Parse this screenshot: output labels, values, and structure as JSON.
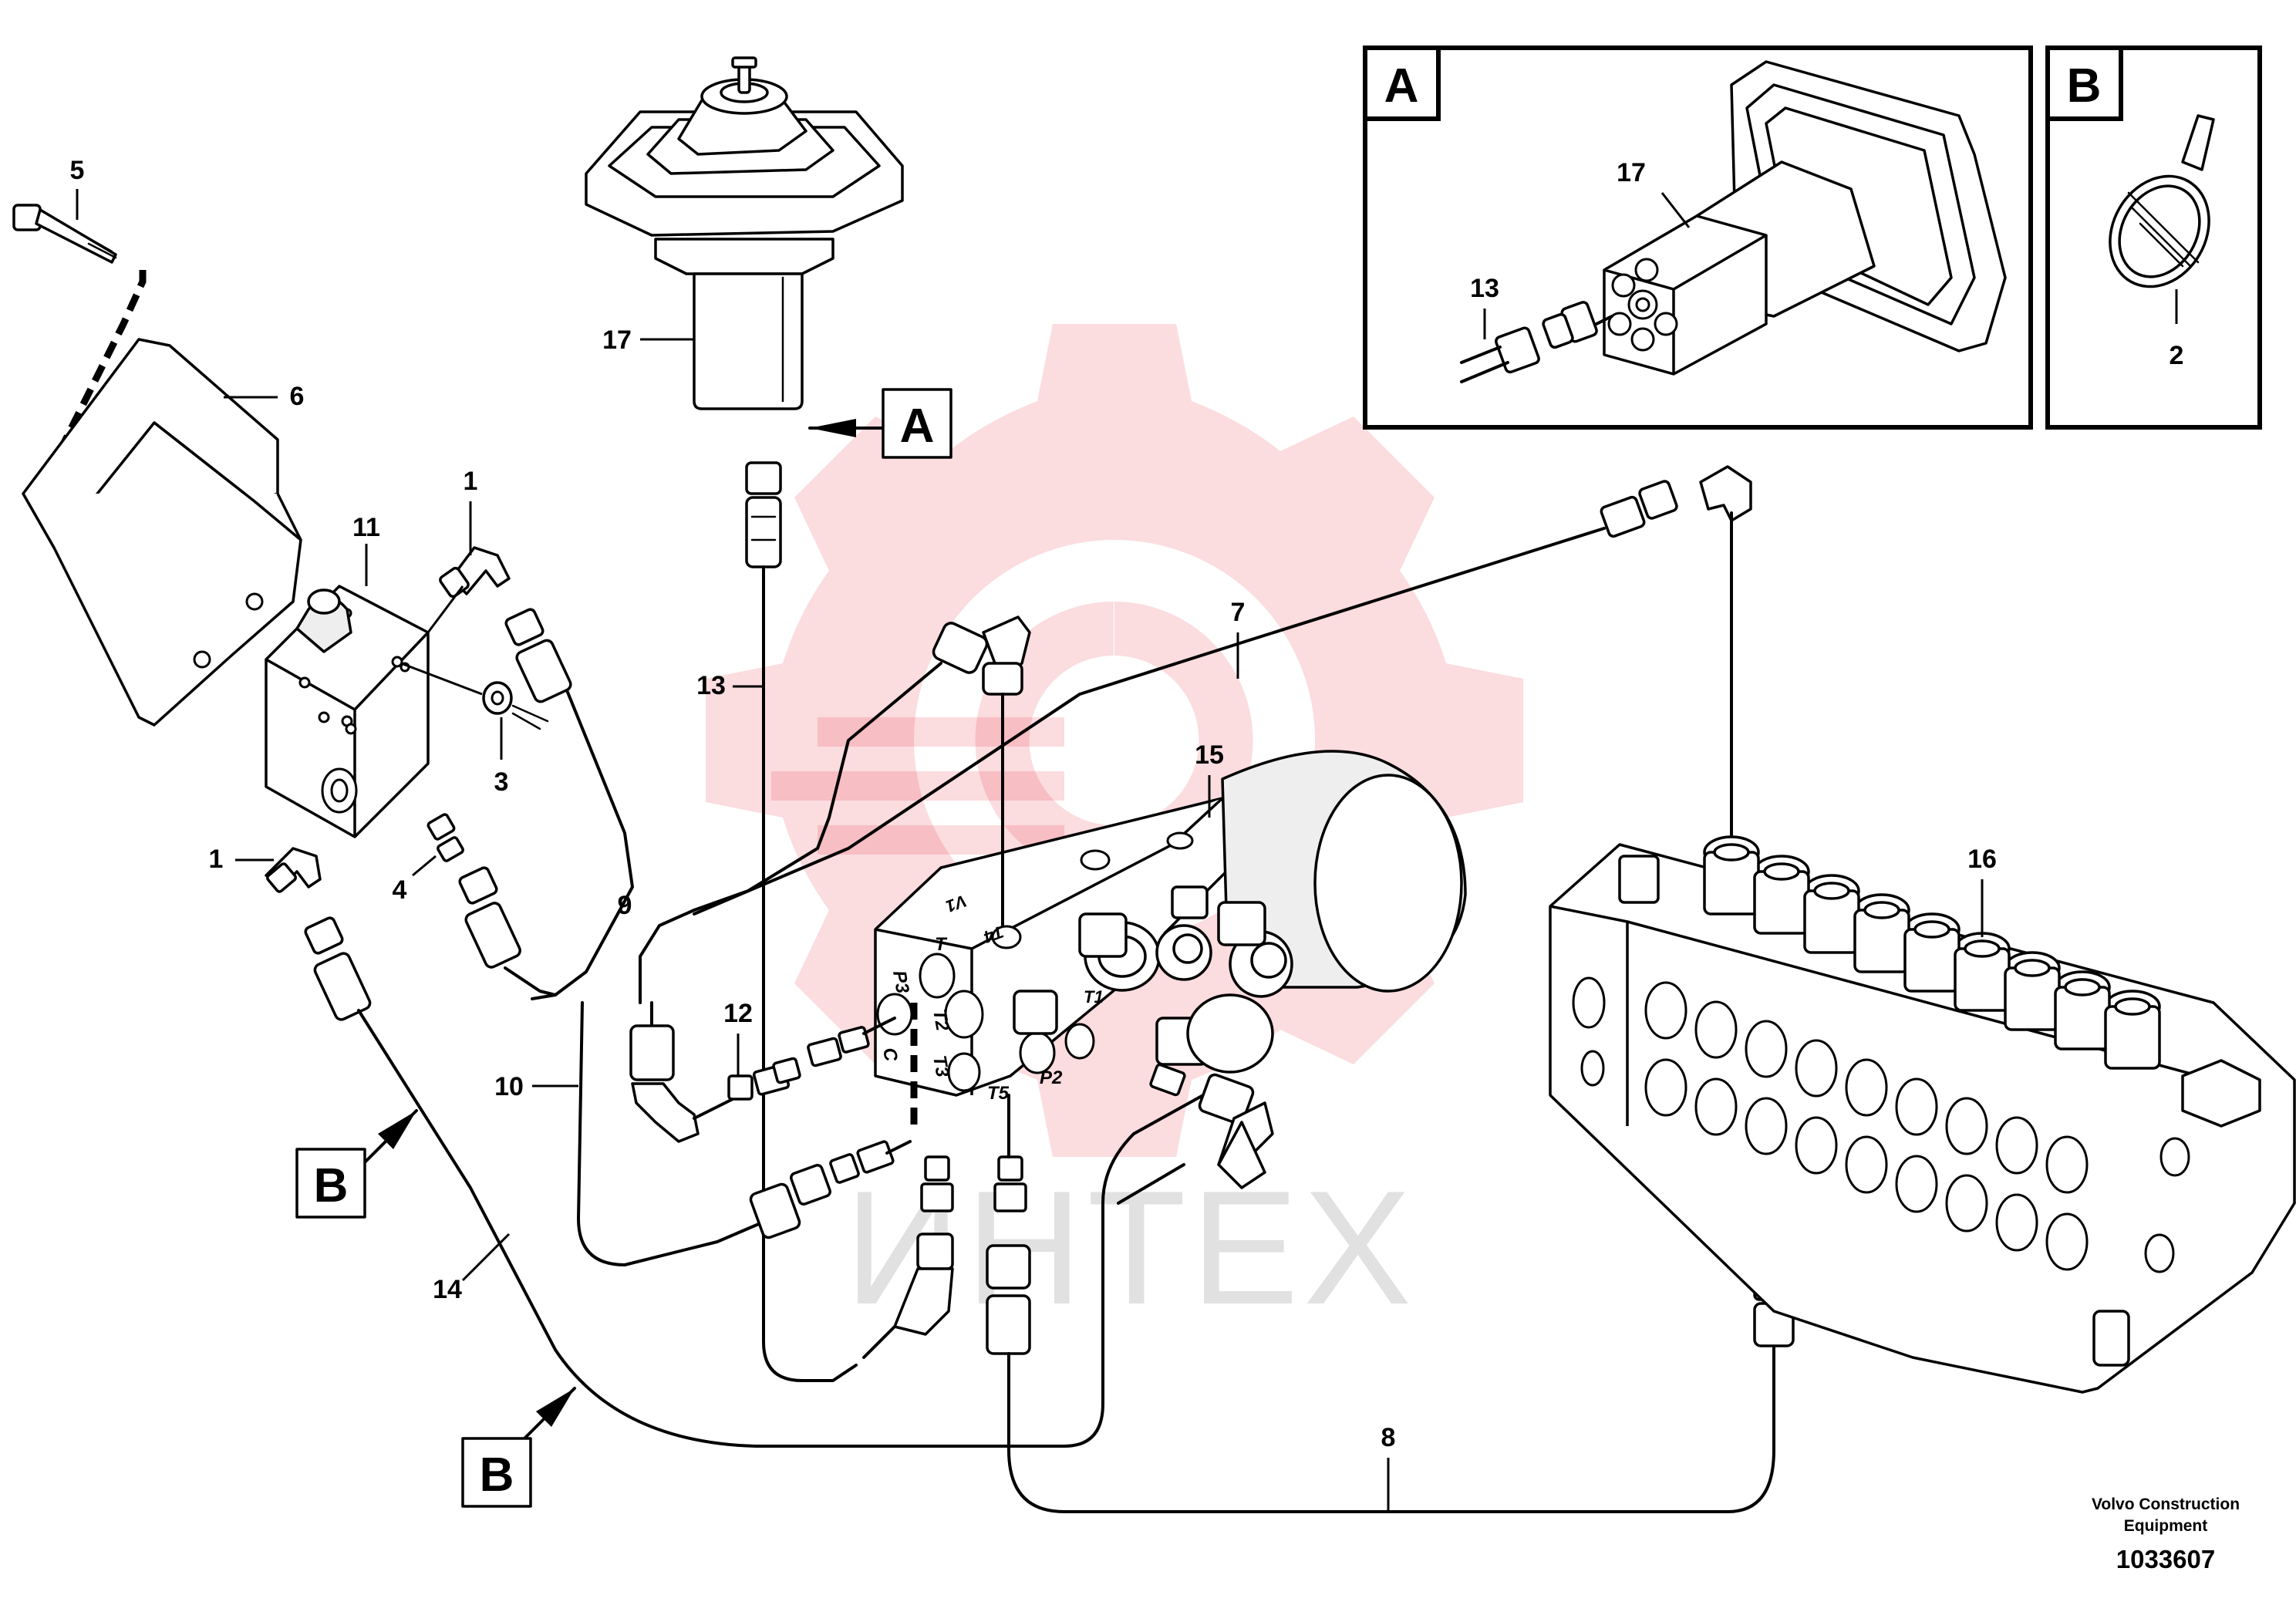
{
  "watermark": {
    "text": "ИНТЕХ",
    "gear_color": "#e8243a"
  },
  "callouts": {
    "c5": "5",
    "c6": "6",
    "c11": "11",
    "c1a": "1",
    "c1b": "1",
    "c3": "3",
    "c4": "4",
    "c17": "17",
    "c13": "13",
    "c7": "7",
    "c15": "15",
    "c9": "9",
    "c12": "12",
    "c10": "10",
    "c14": "14",
    "c8": "8",
    "c16": "16"
  },
  "view_refs": {
    "a_pointer": "A",
    "b_pointer_1": "B",
    "b_pointer_2": "B"
  },
  "inset_a": {
    "letter": "A",
    "label_17": "17",
    "label_13": "13"
  },
  "inset_b": {
    "letter": "B",
    "label_2": "2"
  },
  "port_labels": {
    "p3": "P3",
    "t": "T",
    "c": "C",
    "t2": "T2",
    "t3": "T3",
    "t5": "T5",
    "p2": "P2",
    "t4": "T4",
    "v1": "V1",
    "t1": "T1"
  },
  "footer": {
    "line1": "Volvo Construction",
    "line2": "Equipment",
    "number": "1033607"
  }
}
